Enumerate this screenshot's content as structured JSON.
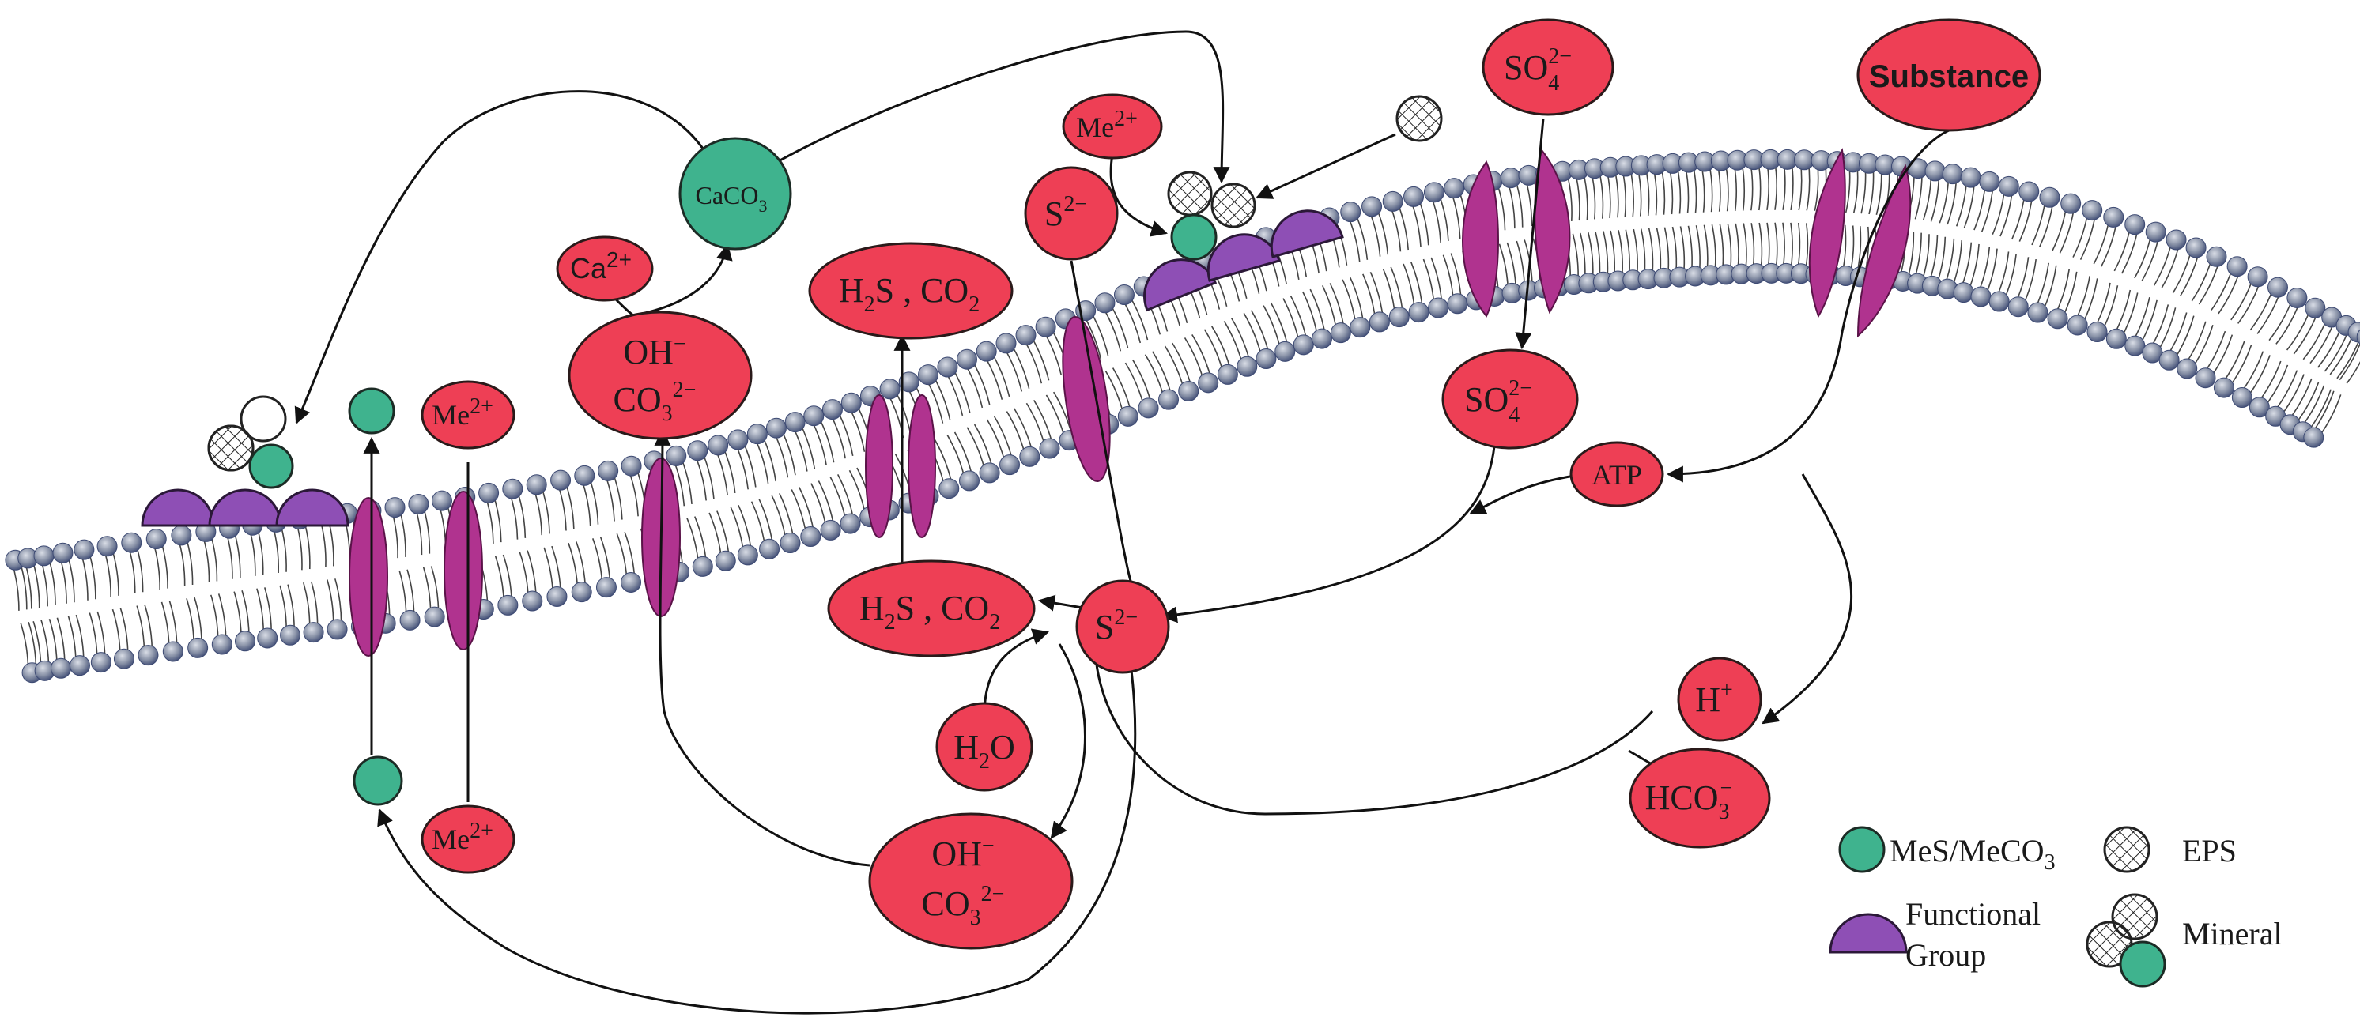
{
  "ions": {
    "so4_top": {
      "base": "SO",
      "sub": "4",
      "sup": "2−"
    },
    "substance": "Substance",
    "me_top": {
      "base": "Me",
      "sup": "2+"
    },
    "s_top": {
      "base": "S",
      "sup": "2−"
    },
    "ca": {
      "base": "Ca",
      "sup": "2+"
    },
    "h2s_co2_top": {
      "a": "H",
      "a_sub": "2",
      "b": "S ,  CO",
      "b_sub": "2"
    },
    "oh_co3_left": {
      "line1": "OH",
      "line1_sup": "−",
      "line2": "CO",
      "line2_sub": "3",
      "line2_sup": "2−"
    },
    "me_left_top": {
      "base": "Me",
      "sup": "2+"
    },
    "me_left_bottom": {
      "base": "Me",
      "sup": "2+"
    },
    "so4_mid": {
      "base": "SO",
      "sub": "4",
      "sup": "2−"
    },
    "atp": "ATP",
    "h2s_co2_bottom": {
      "a": "H",
      "a_sub": "2",
      "b": "S ,  CO",
      "b_sub": "2"
    },
    "s_mid": {
      "base": "S",
      "sup": "2−"
    },
    "h_plus": {
      "base": "H",
      "sup": "+"
    },
    "hco3": {
      "base": "HCO",
      "sub": "3",
      "sup": "−"
    },
    "h2o": {
      "a": "H",
      "a_sub": "2",
      "b": "O"
    },
    "oh_co3_bottom": {
      "line1": "OH",
      "line1_sup": "−",
      "line2": "CO",
      "line2_sub": "3",
      "line2_sup": "2−"
    }
  },
  "minerals": {
    "caco3": {
      "base": "CaCO",
      "sub": "3"
    }
  },
  "legend": {
    "mes_meco3": {
      "base": "MeS/MeCO",
      "sub": "3"
    },
    "eps": "EPS",
    "functional_group_1": "Functional",
    "functional_group_2": "Group",
    "mineral": "Mineral"
  },
  "colors": {
    "ion_fill": "#ee3f55",
    "mineral_fill": "#3fb38e",
    "functional_group_fill": "#8e4fb5",
    "protein_fill": "#b0338f",
    "lipid_head": "#8a93a8"
  }
}
